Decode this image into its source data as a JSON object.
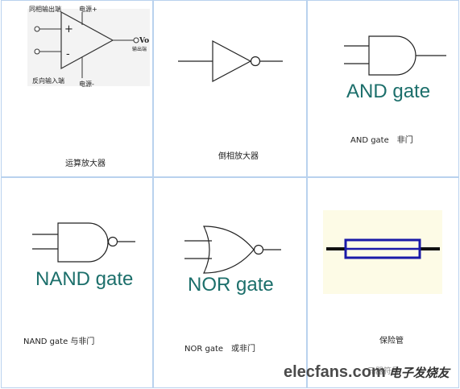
{
  "cells": {
    "opamp": {
      "caption": "运算放大器",
      "label_noninverting": "同相输出端",
      "label_inverting": "反向输入端",
      "label_vplus": "电源+",
      "label_vminus": "电源-",
      "label_vo": "Vo",
      "label_output": "输出端",
      "plus_sign": "+",
      "minus_sign": "-"
    },
    "inverter": {
      "caption": "倒相放大器"
    },
    "and_gate": {
      "gate_text": "AND gate",
      "caption": "AND gate　非门"
    },
    "nand_gate": {
      "gate_text": "NAND gate",
      "caption": "NAND gate  与非门"
    },
    "nor_gate": {
      "gate_text": "NOR gate",
      "caption": "NOR gate　或非门"
    },
    "fuse": {
      "caption": "保险管",
      "background": "#fdfbe6",
      "body_color": "#1a1aa8"
    }
  },
  "watermark": {
    "site": "elecfans.com",
    "cn": "电子发烧友",
    "partial": "元器符号"
  },
  "colors": {
    "gate_text": "#1c6f6b",
    "border": "#b9d2ee"
  }
}
